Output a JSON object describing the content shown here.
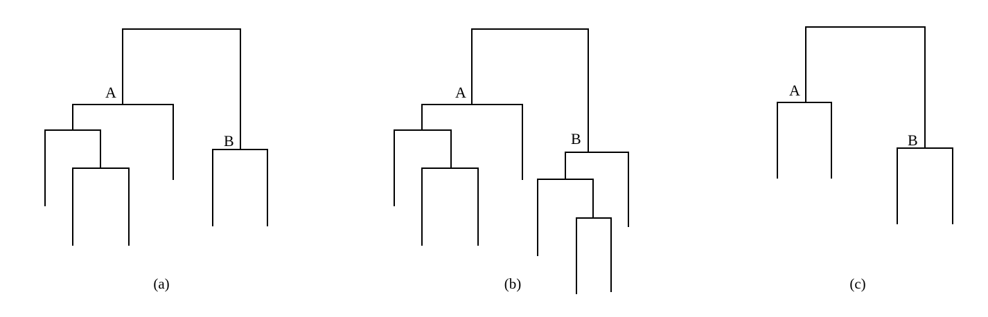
{
  "figure": {
    "panels": [
      {
        "caption": "(a)",
        "labels": {
          "A": "A",
          "B": "B"
        }
      },
      {
        "caption": "(b)",
        "labels": {
          "A": "A",
          "B": "B"
        }
      },
      {
        "caption": "(c)",
        "labels": {
          "A": "A",
          "B": "B"
        }
      }
    ]
  }
}
